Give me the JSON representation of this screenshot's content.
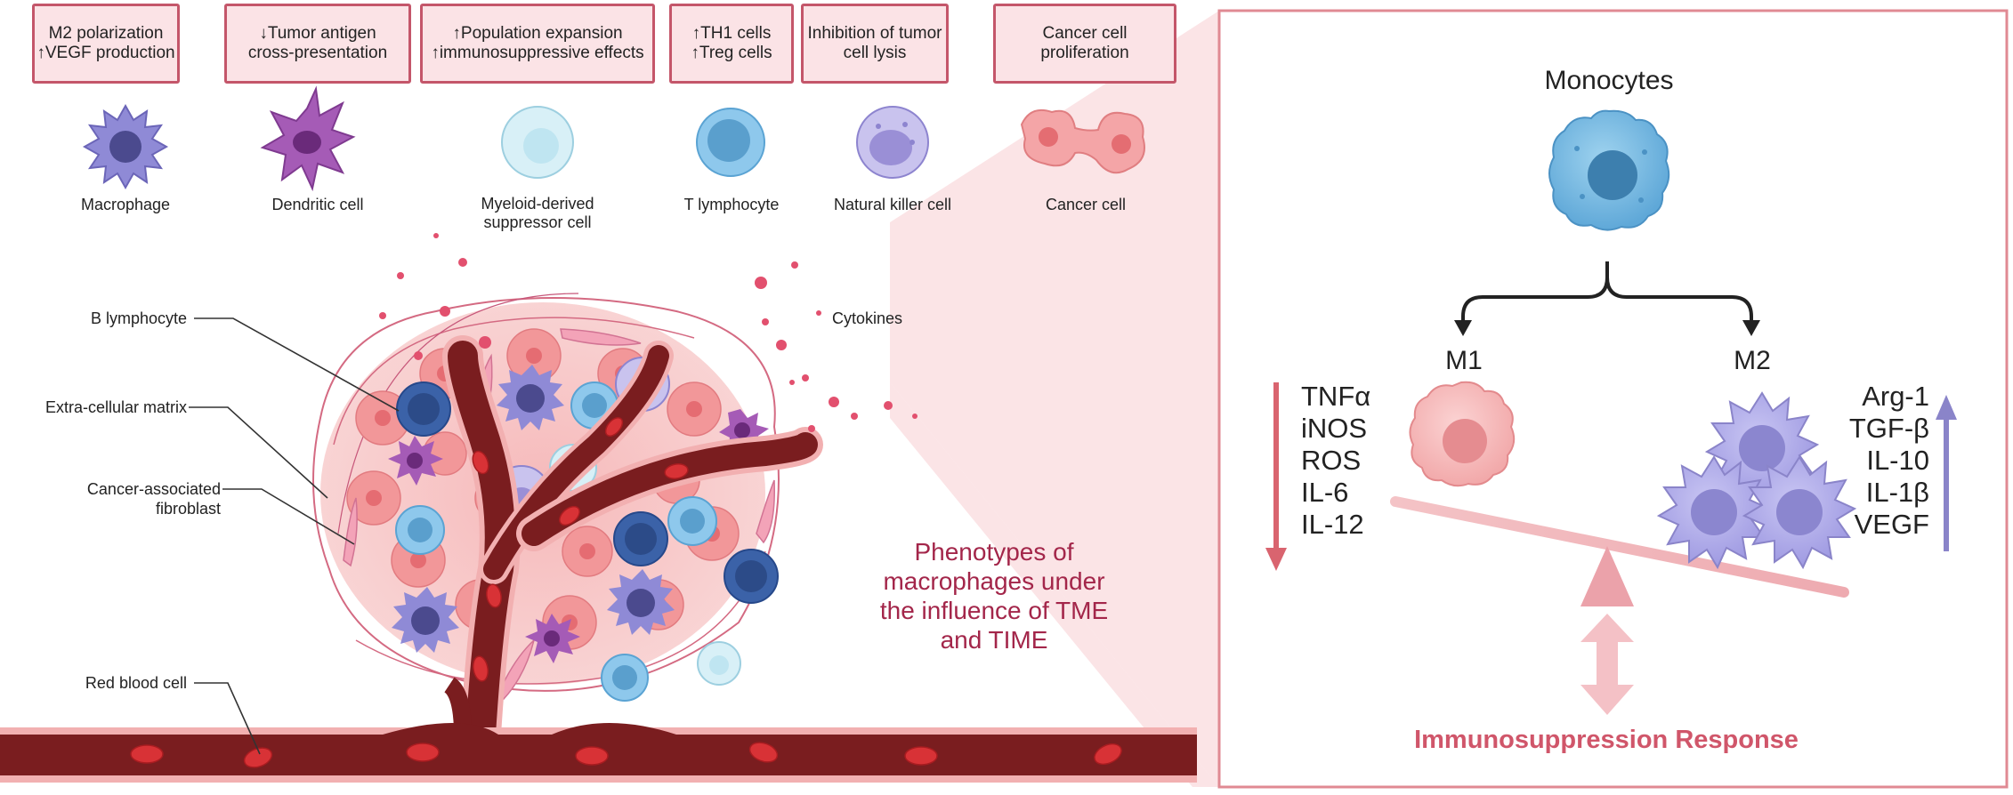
{
  "top_boxes": [
    {
      "line1": "M2 polarization",
      "line2": "↑VEGF production"
    },
    {
      "line1": "↓Tumor antigen",
      "line2": "cross-presentation"
    },
    {
      "line1": "↑Population expansion",
      "line2": "↑immunosuppressive effects"
    },
    {
      "line1": "↑TH1 cells",
      "line2": "↑Treg cells"
    },
    {
      "line1": "Inhibition of tumor",
      "line2": "cell lysis"
    },
    {
      "line1": "Cancer cell",
      "line2": "proliferation"
    }
  ],
  "cell_types": [
    {
      "line1": "Macrophage",
      "line2": ""
    },
    {
      "line1": "Dendritic cell",
      "line2": ""
    },
    {
      "line1": "Myeloid-derived",
      "line2": "suppressor cell"
    },
    {
      "line1": "T lymphocyte",
      "line2": ""
    },
    {
      "line1": "Natural killer cell",
      "line2": ""
    },
    {
      "line1": "Cancer cell",
      "line2": ""
    }
  ],
  "annotations": {
    "b_lymphocyte": "B lymphocyte",
    "ecm": "Extra-cellular matrix",
    "caf_line1": "Cancer-associated",
    "caf_line2": "fibroblast",
    "rbc": "Red blood cell",
    "cytokines": "Cytokines"
  },
  "phenotype_caption": [
    "Phenotypes of",
    "macrophages under",
    "the influence of TME",
    "and TIME"
  ],
  "panel": {
    "monocytes": "Monocytes",
    "m1": "M1",
    "m2": "M2",
    "m1_markers": [
      "TNFα",
      "iNOS",
      "ROS",
      "IL-6",
      "IL-12"
    ],
    "m2_markers": [
      "Arg-1",
      "TGF-β",
      "IL-10",
      "IL-1β",
      "VEGF"
    ],
    "response": "Immunosuppression Response"
  },
  "colors": {
    "box_fill": "#fbe3e6",
    "box_border": "#c4566a",
    "caption": "#a3264a",
    "response": "#d0566a",
    "down_arrow": "#d9646f",
    "up_arrow": "#8a84c9",
    "vessel": "#7a1d1f"
  }
}
